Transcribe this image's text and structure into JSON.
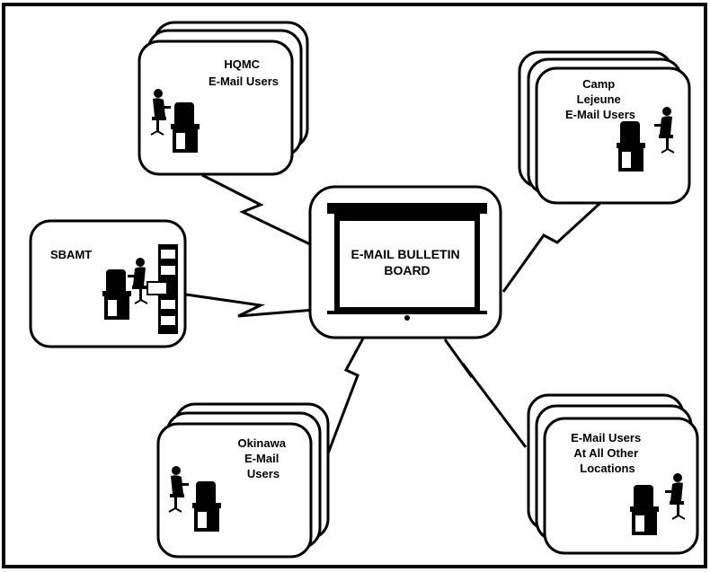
{
  "diagram": {
    "center": {
      "lines": [
        "E-MAIL BULLETIN",
        "BOARD"
      ]
    },
    "nodes": {
      "hqmc": {
        "lines": [
          "HQMC",
          "E-Mail Users"
        ]
      },
      "camp_lejeune": {
        "lines": [
          "Camp",
          "Lejeune",
          "E-Mail Users"
        ]
      },
      "sbamt": {
        "lines": [
          "SBAMT"
        ]
      },
      "okinawa": {
        "lines": [
          "Okinawa",
          "E-Mail",
          "Users"
        ]
      },
      "other": {
        "lines": [
          "E-Mail Users",
          "At All Other",
          "Locations"
        ]
      }
    }
  }
}
